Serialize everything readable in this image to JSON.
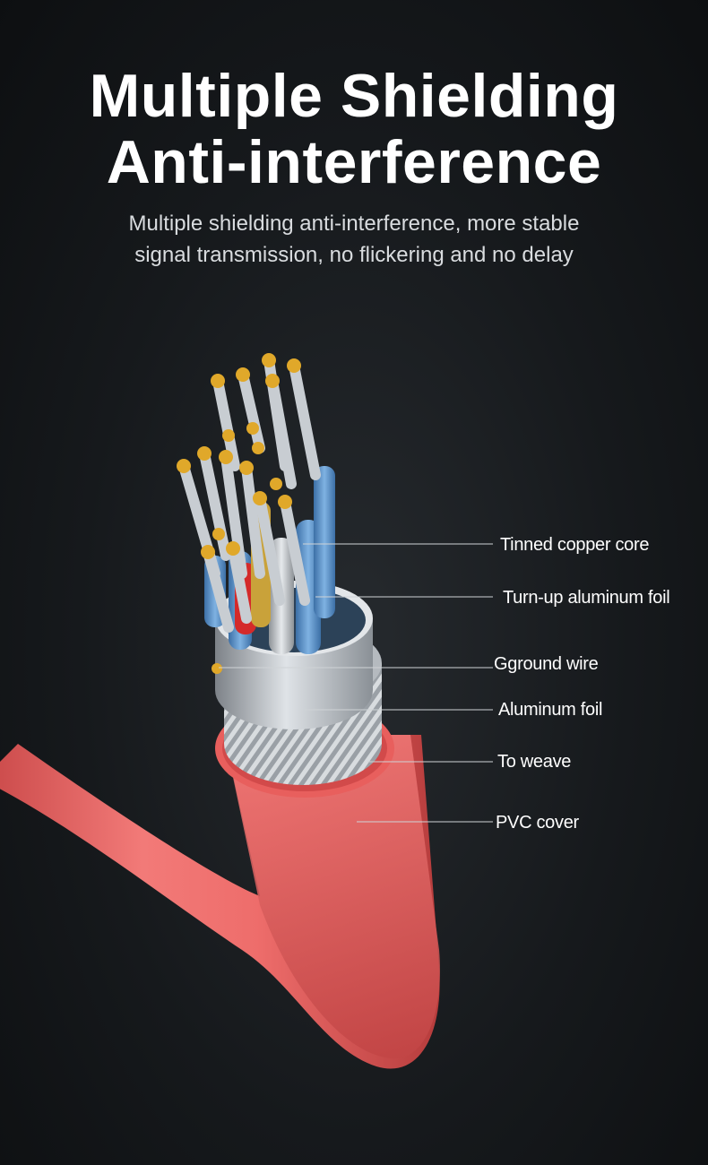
{
  "headline": {
    "line1": "Multiple Shielding",
    "line2": "Anti-interference"
  },
  "subtitle": {
    "line1": "Multiple shielding anti-interference, more stable",
    "line2": "signal transmission, no flickering and no delay"
  },
  "cable_layers": [
    "Tinned copper core",
    "Turn-up aluminum foil",
    "Gground wire",
    "Aluminum foil",
    "To weave",
    "PVC cover"
  ],
  "colors": {
    "background": "#16191c",
    "pvc_cover": "#ef6b6b",
    "core_insulation_blue": "#5a8fc4",
    "core_insulation_red": "#d42a2a",
    "tinned_copper": "#e0a82a",
    "foil": "#b9bec4"
  }
}
